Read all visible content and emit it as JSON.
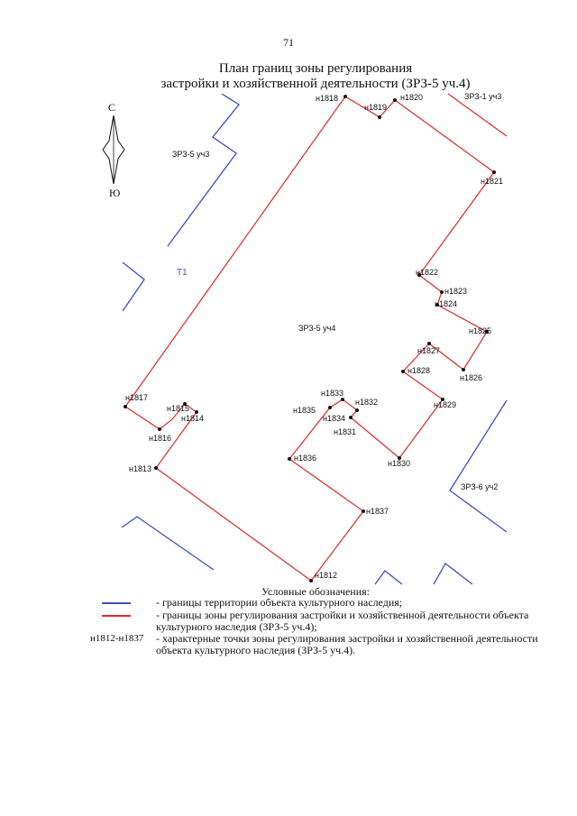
{
  "page": {
    "number": "71"
  },
  "title": {
    "line1": "План границ зоны регулирования",
    "line2": "застройки и хозяйственной деятельности (ЗРЗ-5 уч.4)"
  },
  "colors": {
    "heritage_border": "#3a4fc7",
    "zone_border": "#e02828",
    "point": "#111111"
  },
  "compass": {
    "north": "С",
    "south": "Ю"
  },
  "map": {
    "zones": {
      "zrz5_u3": "ЗРЗ-5 уч3",
      "zrz1_u3": "ЗРЗ-1 уч3",
      "zrz5_u4": "ЗРЗ-5 уч4",
      "zrz6_u2": "ЗРЗ-6 уч2",
      "t1": "Т1"
    },
    "points": [
      "н1812",
      "н1813",
      "н1814",
      "н1815",
      "н1816",
      "н1817",
      "н1818",
      "н1819",
      "н1820",
      "н1821",
      "н1822",
      "н1823",
      "н1824",
      "н1825",
      "н1826",
      "н1827",
      "н1828",
      "н1829",
      "н1830",
      "н1831",
      "н1832",
      "н1833",
      "н1834",
      "н1835",
      "н1836",
      "н1837"
    ]
  },
  "legend": {
    "title": "Условные обозначения:",
    "items": [
      {
        "code": "",
        "text": "- границы территории объекта культурного наследия;"
      },
      {
        "code": "",
        "text": "- границы зоны регулирования застройки и хозяйственной деятельности объекта культурного наследия (ЗРЗ-5 уч.4);"
      },
      {
        "code": "н1812-н1837",
        "text": "- характерные точки зоны регулирования застройки и хозяйственной деятельности объекта культурного наследия (ЗРЗ-5 уч.4)."
      }
    ]
  }
}
